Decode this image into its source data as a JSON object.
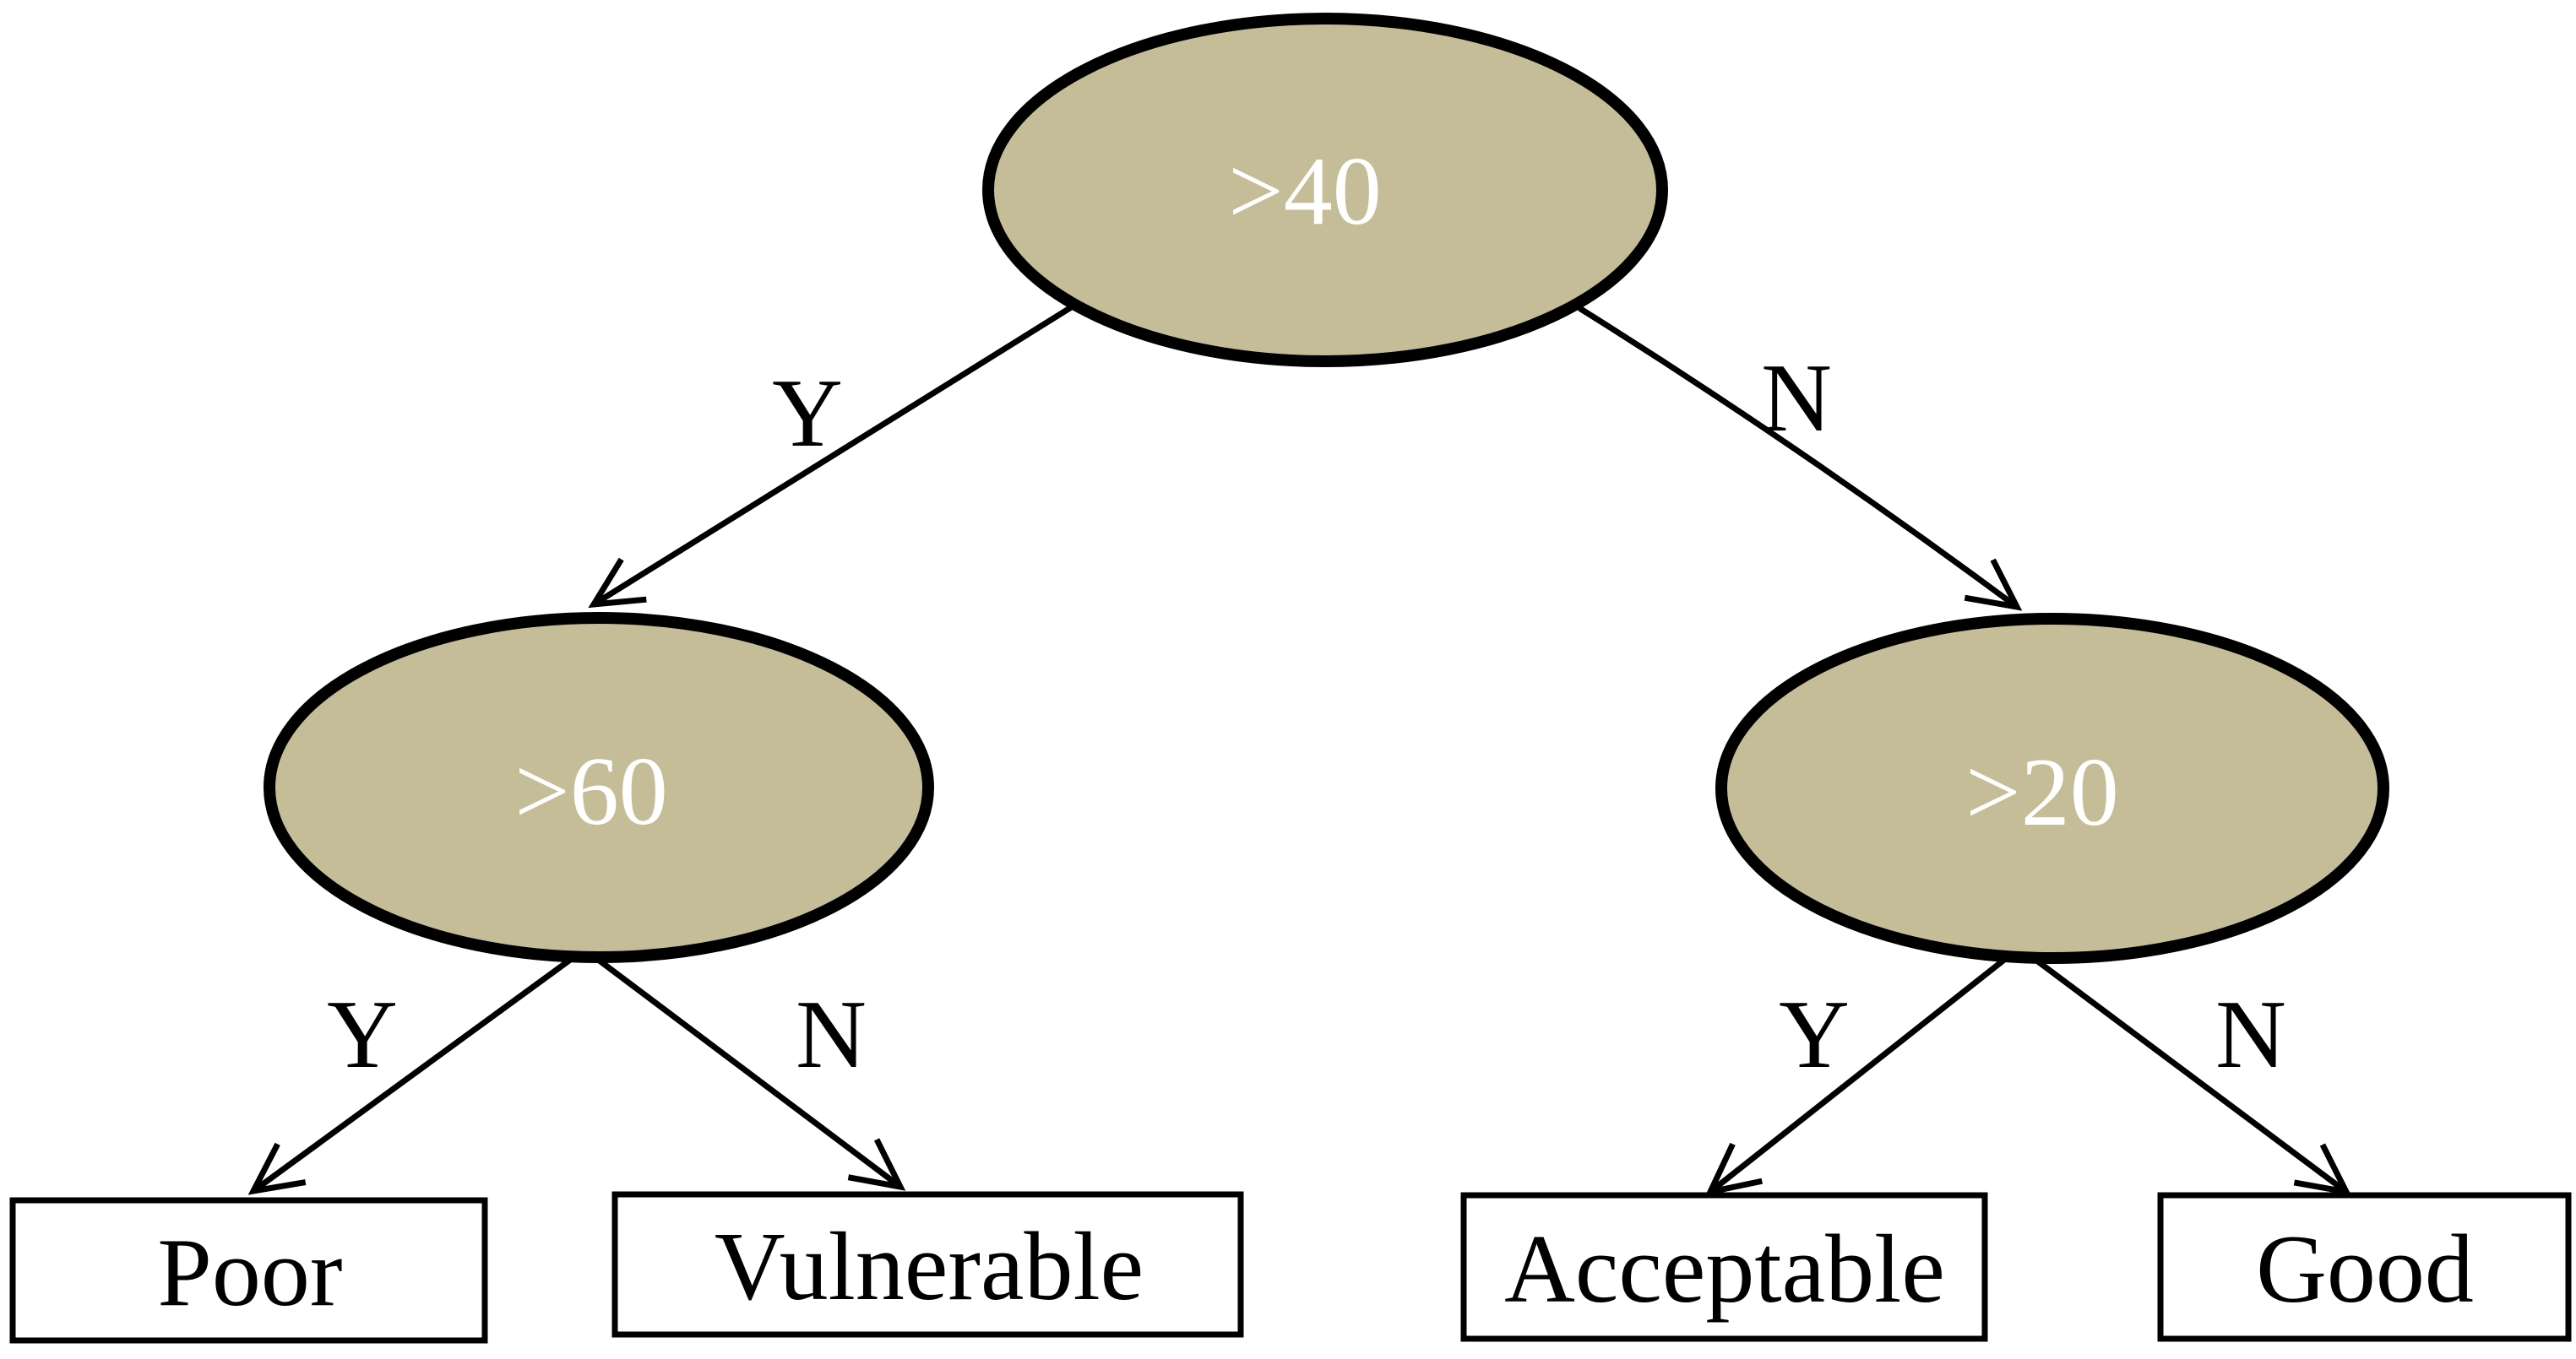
{
  "diagram": {
    "type": "decision-tree",
    "background_color": "#FFFFFF",
    "node_fill": "#C5BD97",
    "node_stroke": "#000000",
    "node_text_color": "#FFFFFF",
    "leaf_fill": "#FFFFFF",
    "leaf_stroke": "#000000",
    "leaf_text_color": "#000000",
    "edge_color": "#000000",
    "nodes": [
      {
        "id": "root",
        "label": ">40",
        "shape": "ellipse"
      },
      {
        "id": "left",
        "label": ">60",
        "shape": "ellipse"
      },
      {
        "id": "right",
        "label": ">20",
        "shape": "ellipse"
      }
    ],
    "leaves": [
      {
        "id": "poor",
        "label": "Poor"
      },
      {
        "id": "vulnerable",
        "label": "Vulnerable"
      },
      {
        "id": "acceptable",
        "label": "Acceptable"
      },
      {
        "id": "good",
        "label": "Good"
      }
    ],
    "edges": [
      {
        "from": ">40",
        "to": ">60",
        "label": "Y"
      },
      {
        "from": ">40",
        "to": ">20",
        "label": "N"
      },
      {
        "from": ">60",
        "to": "Poor",
        "label": "Y"
      },
      {
        "from": ">60",
        "to": "Vulnerable",
        "label": "N"
      },
      {
        "from": ">20",
        "to": "Acceptable",
        "label": "Y"
      },
      {
        "from": ">20",
        "to": "Good",
        "label": "N"
      }
    ]
  }
}
